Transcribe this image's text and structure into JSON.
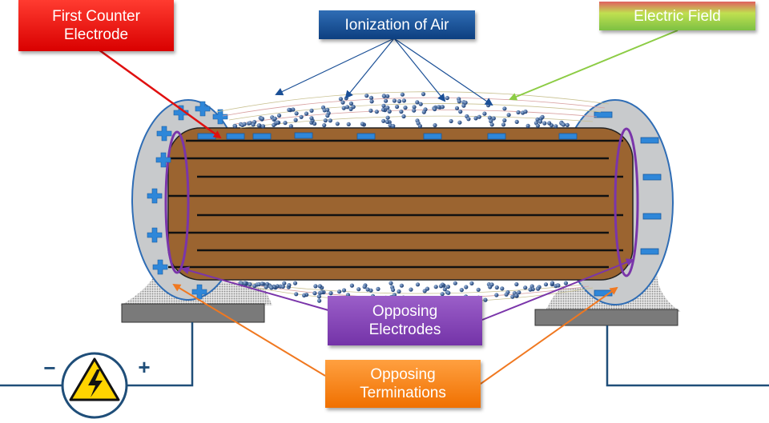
{
  "labels": {
    "first_counter_electrode": "First Counter\nElectrode",
    "ionization_of_air": "Ionization of Air",
    "electric_field": "Electric Field",
    "opposing_electrodes": "Opposing\nElectrodes",
    "opposing_terminations": "Opposing\nTerminations"
  },
  "source": {
    "minus": "−",
    "plus": "+"
  },
  "colors": {
    "first_counter": "#e01010",
    "ionization": "#1a4f96",
    "electric_field": "#8ccc44",
    "opposing_electrodes": "#7a35aa",
    "opposing_terminations": "#f07820",
    "body": "#9b6430",
    "termination": "#c8cacc",
    "charge": "#2f87d9",
    "wire": "#1f4e79"
  }
}
